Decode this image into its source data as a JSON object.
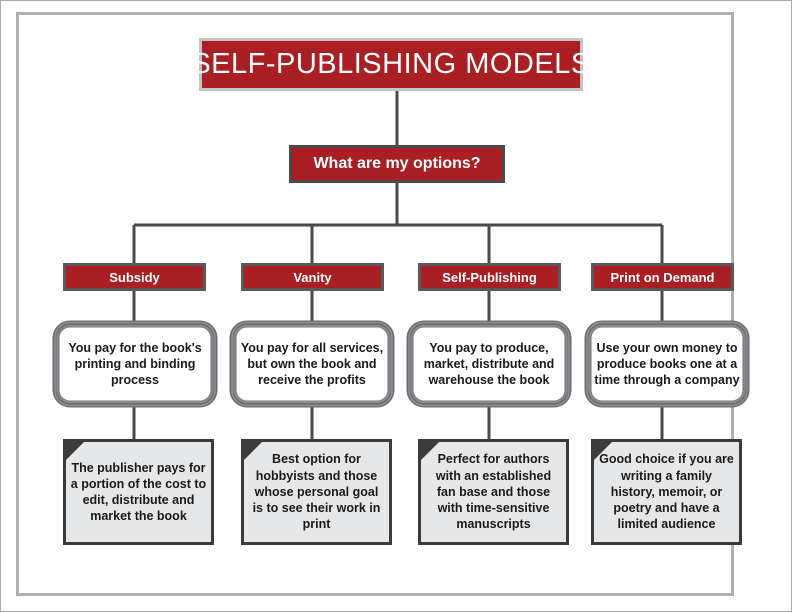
{
  "title": {
    "text": "SELF-PUBLISHING MODELS"
  },
  "question": {
    "text": "What are my options?"
  },
  "colors": {
    "red": "#a91f23",
    "title_border": "#c3c3c1",
    "box_border": "#4a4a4a",
    "note_fill": "#e6e7e8",
    "note_border": "#3b3b3b",
    "sketch_border": "#6b6d70",
    "frame": "#b0b0ae",
    "text_light": "#ffffff",
    "text_dark": "#1a1a1a"
  },
  "columns": [
    {
      "category": "Subsidy",
      "description": "You pay for the book's printing and binding process",
      "note": "The publisher pays for a portion of the cost to edit, distribute and market the book"
    },
    {
      "category": "Vanity",
      "description": "You pay for all services, but own the book and receive the profits",
      "note": "Best option for hobbyists and those whose personal goal is to see their work in print"
    },
    {
      "category": "Self-Publishing",
      "description": "You pay to produce, market, distribute and warehouse the book",
      "note": "Perfect for authors with an established fan base and those with time-sensitive manuscripts"
    },
    {
      "category": "Print on Demand",
      "description": "Use your own money to produce books one at a time through a company",
      "note": "Good choice if you are writing a family history, memoir, or poetry and have a limited audience"
    }
  ]
}
